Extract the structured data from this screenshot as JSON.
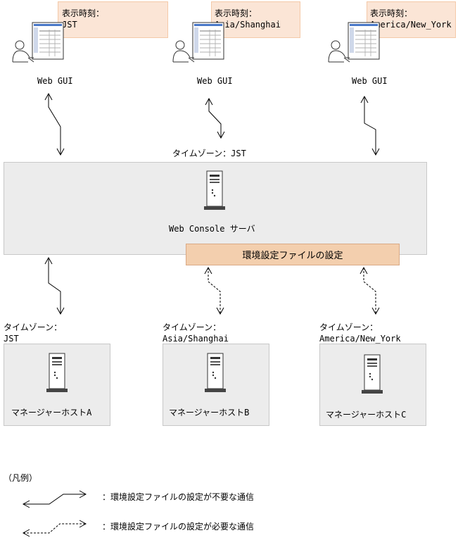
{
  "clients": [
    {
      "note_title": "表示時刻：",
      "note_tz": "JST",
      "label": "Web GUI"
    },
    {
      "note_title": "表示時刻：",
      "note_tz": "Asia/Shanghai",
      "label": "Web GUI"
    },
    {
      "note_title": "表示時刻：",
      "note_tz": "America/New_York",
      "label": "Web GUI"
    }
  ],
  "server": {
    "timezone_label": "タイムゾーン：JST",
    "name": "Web Console サーバ",
    "settings_label": "環境設定ファイルの設定"
  },
  "managers": [
    {
      "tz_title": "タイムゾーン：",
      "tz": "JST",
      "name": "マネージャーホストA"
    },
    {
      "tz_title": "タイムゾーン：",
      "tz": "Asia/Shanghai",
      "name": "マネージャーホストB"
    },
    {
      "tz_title": "タイムゾーン：",
      "tz": "America/New_York",
      "name": "マネージャーホストC"
    }
  ],
  "legend": {
    "title": "（凡例）",
    "solid_desc": "：環境設定ファイルの設定が不要な通信",
    "dashed_desc": "：環境設定ファイルの設定が必要な通信"
  },
  "colors": {
    "note_bg": "#fbe5d6",
    "settings_bg": "#f3cfae",
    "box_bg": "#ececec"
  }
}
